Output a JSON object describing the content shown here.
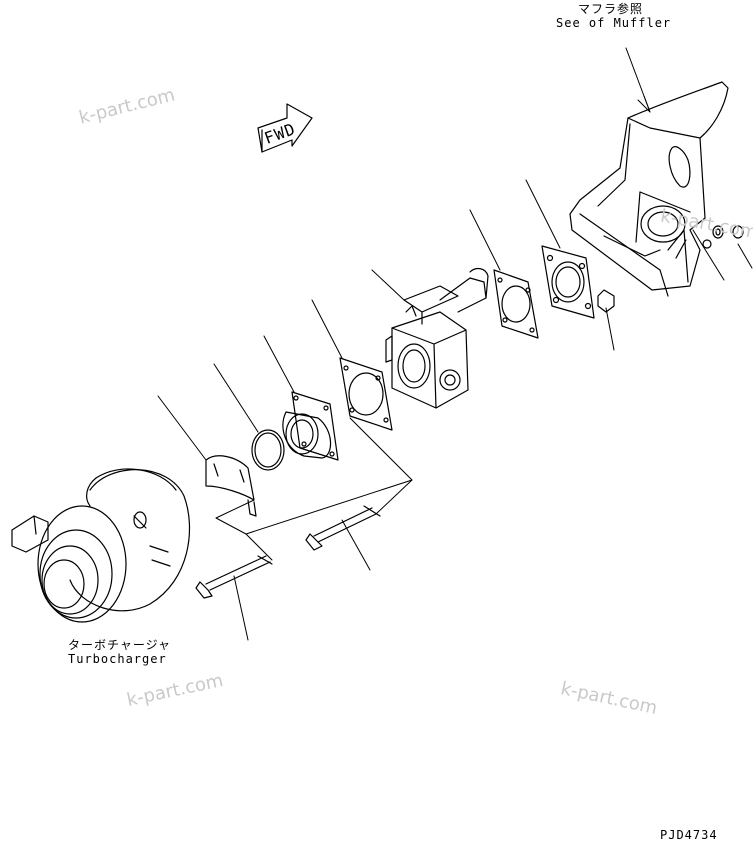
{
  "labels": {
    "muffler_jp": "マフラ参照",
    "muffler_en": "See of Muffler",
    "turbo_jp": "ターボチャージャ",
    "turbo_en": "Turbocharger",
    "forward": "FWD",
    "drawing_code": "PJD4734"
  },
  "watermarks": [
    "k-part.com",
    "k-part.com",
    "k-part.com",
    "k-part.com"
  ]
}
